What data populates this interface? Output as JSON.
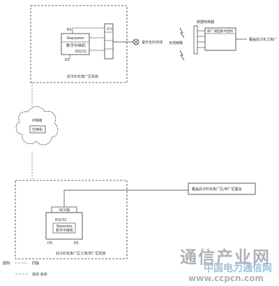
{
  "top_site": {
    "box_caption": "武汉石化炼厂区机房",
    "device_top_port": "RS",
    "device_name": "Repeater",
    "device_label": "数字中继机",
    "device_port_mid": "RS232",
    "device_port_left": "RS",
    "panel_label": "DTU",
    "indicator_label": "室外全向天线"
  },
  "wireless": {
    "label": "无线链路"
  },
  "remote_site": {
    "box_label": "炼厂调度集中控制",
    "side_label": "数据转换器",
    "plant_label": "覆盖武汉化工炼厂"
  },
  "cloud": {
    "label": "IP网络",
    "inner_label": "交换机"
  },
  "bottom_site": {
    "box_caption": "武汉石化炼厂区工地/单厂区机房",
    "target_label": "覆盖武汉石化炼厂区/单厂区集站",
    "small_box": "RCU板",
    "device_port_top": "RS232",
    "device_name": "Repeater",
    "device_label": "数字中继机",
    "port_a": "DS",
    "port_b": "RS"
  },
  "legend": {
    "row1_key": "图例:",
    "row1_label": "同轴",
    "row2_label": "馈线 系统"
  },
  "watermark": {
    "cn": "通信产业网",
    "sub": "中国电力通信网",
    "url": "www.ccpcn.com"
  }
}
